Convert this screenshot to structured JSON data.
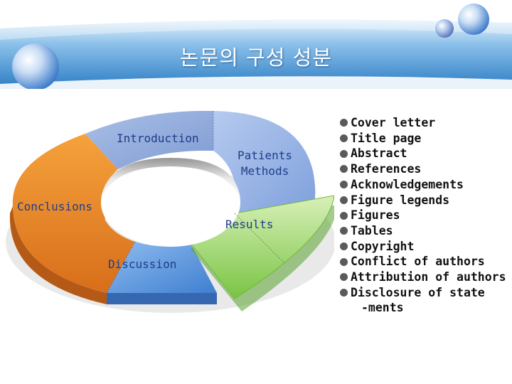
{
  "slide": {
    "title": "논문의 구성 성분",
    "header_colors": {
      "top": "#1a6fb5",
      "mid": "#5aa6e0",
      "light": "#cfe6f8"
    }
  },
  "diagram": {
    "segments": [
      {
        "label": "Introduction",
        "color": "#86a4d8"
      },
      {
        "label": "Patients\nMethods",
        "line1": "Patients",
        "line2": "Methods",
        "color": "#8fb0e6"
      },
      {
        "label": "Results",
        "color": "#8fd05c"
      },
      {
        "label": "Discussion",
        "color": "#5b96dc"
      },
      {
        "label": "Conclusions",
        "color": "#f08a2c"
      }
    ]
  },
  "bullets": {
    "items": [
      "Cover letter",
      "Title page",
      "Abstract",
      "References",
      "Acknowledgements",
      "Figure legends",
      "Figures",
      "Tables",
      "Copyright",
      "Conflict of authors",
      "Attribution of authors",
      "Disclosure of state"
    ],
    "continuation": "-ments"
  }
}
